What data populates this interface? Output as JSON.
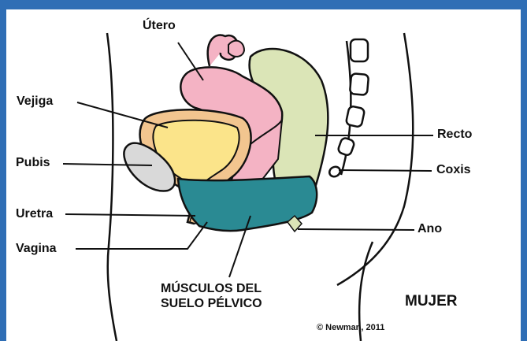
{
  "labels": {
    "utero": "Útero",
    "vejiga": "Vejiga",
    "pubis": "Pubis",
    "uretra": "Uretra",
    "vagina": "Vagina",
    "recto": "Recto",
    "coxis": "Coxis",
    "ano": "Ano",
    "musculos_line1": "MÚSCULOS DEL",
    "musculos_line2": "SUELO PÉLVICO",
    "mujer": "MUJER",
    "copyright": "© Newman, 2011"
  },
  "colors": {
    "frame": "#2f6eb5",
    "uterus": "#f4b3c4",
    "bladder_outer": "#f2c58f",
    "bladder_inner": "#fbe48a",
    "pubis": "#d9d9d9",
    "rectum": "#dbe5b7",
    "pelvic_floor": "#2a8a93",
    "outline": "#111111"
  }
}
